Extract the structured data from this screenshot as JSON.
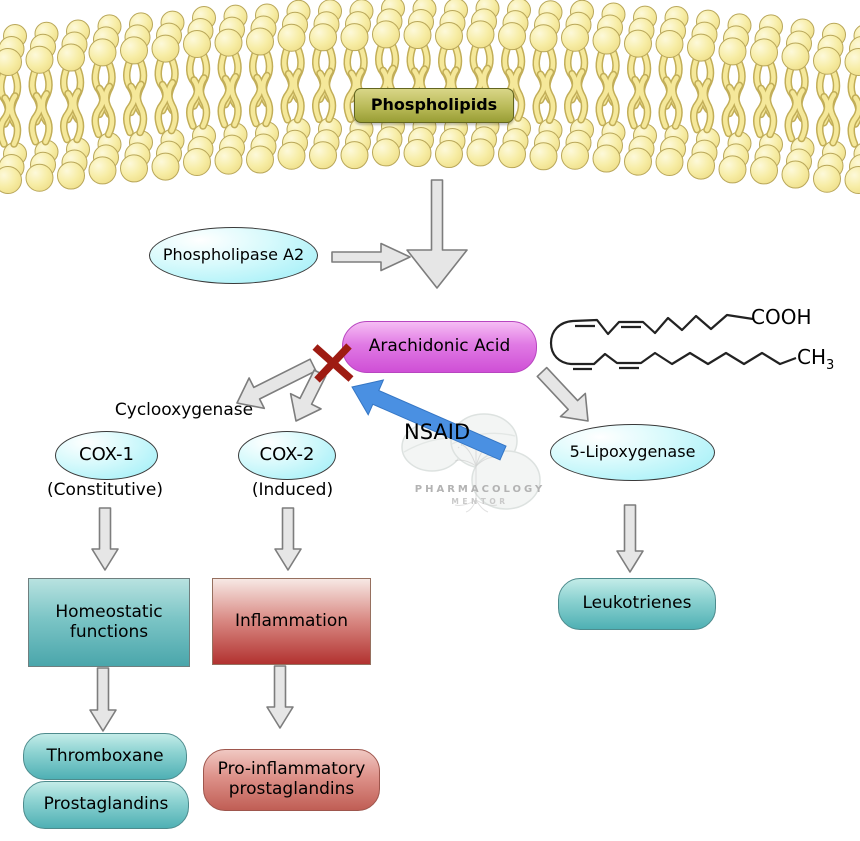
{
  "palette": {
    "membrane_yellow": "#f7eda6",
    "phospholipids_olive": "#aeb14c",
    "enzyme_cyan": "#9aeef7",
    "substrate_magenta": "#dd6ae0",
    "inhibitor_arrow_blue": "#4a90e2",
    "block_x_red": "#9e1b12",
    "homeostatic_teal": "#4aa6ab",
    "inflammation_red": "#b23230",
    "arrow_gray": "#e6e6e6"
  },
  "nodes": {
    "phospholipids": "Phospholipids",
    "phospholipase": "Phospholipase A2",
    "arachidonic_acid": "Arachidonic Acid",
    "cooh": "COOH",
    "ch": "CH",
    "ch_subscript": "3",
    "nsaid": "NSAID",
    "cyclooxygenase": "Cyclooxygenase",
    "cox1": "COX-1",
    "cox1_note": "(Constitutive)",
    "cox2": "COX-2",
    "cox2_note": "(Induced)",
    "lipoxygenase": "5-Lipoxygenase",
    "homeostatic": "Homeostatic functions",
    "inflammation": "Inflammation",
    "leukotrienes": "Leukotrienes",
    "thromboxane": "Thromboxane",
    "prostaglandins": "Prostaglandins",
    "proinflammatory": "Pro-inflammatory prostaglandins"
  },
  "watermark": {
    "brand": "PHARMACOLOGY",
    "sub": "MENTOR"
  }
}
